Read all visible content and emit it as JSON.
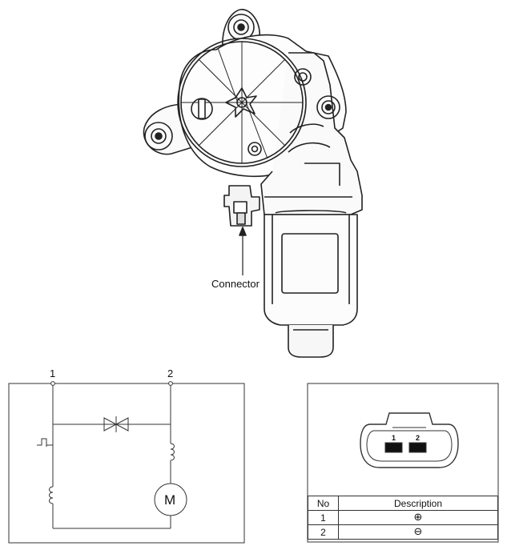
{
  "motor": {
    "connector_label": "Connector"
  },
  "circuit": {
    "terminals": [
      "1",
      "2"
    ],
    "motor_symbol": "M"
  },
  "connector_face": {
    "pins": [
      "1",
      "2"
    ]
  },
  "pin_table": {
    "headers": {
      "no": "No",
      "description": "Description"
    },
    "rows": [
      {
        "no": "1",
        "symbol": "⊕"
      },
      {
        "no": "2",
        "symbol": "⊖"
      }
    ]
  },
  "icons": {
    "plus": "circled-plus-icon",
    "minus": "circled-minus-icon"
  }
}
